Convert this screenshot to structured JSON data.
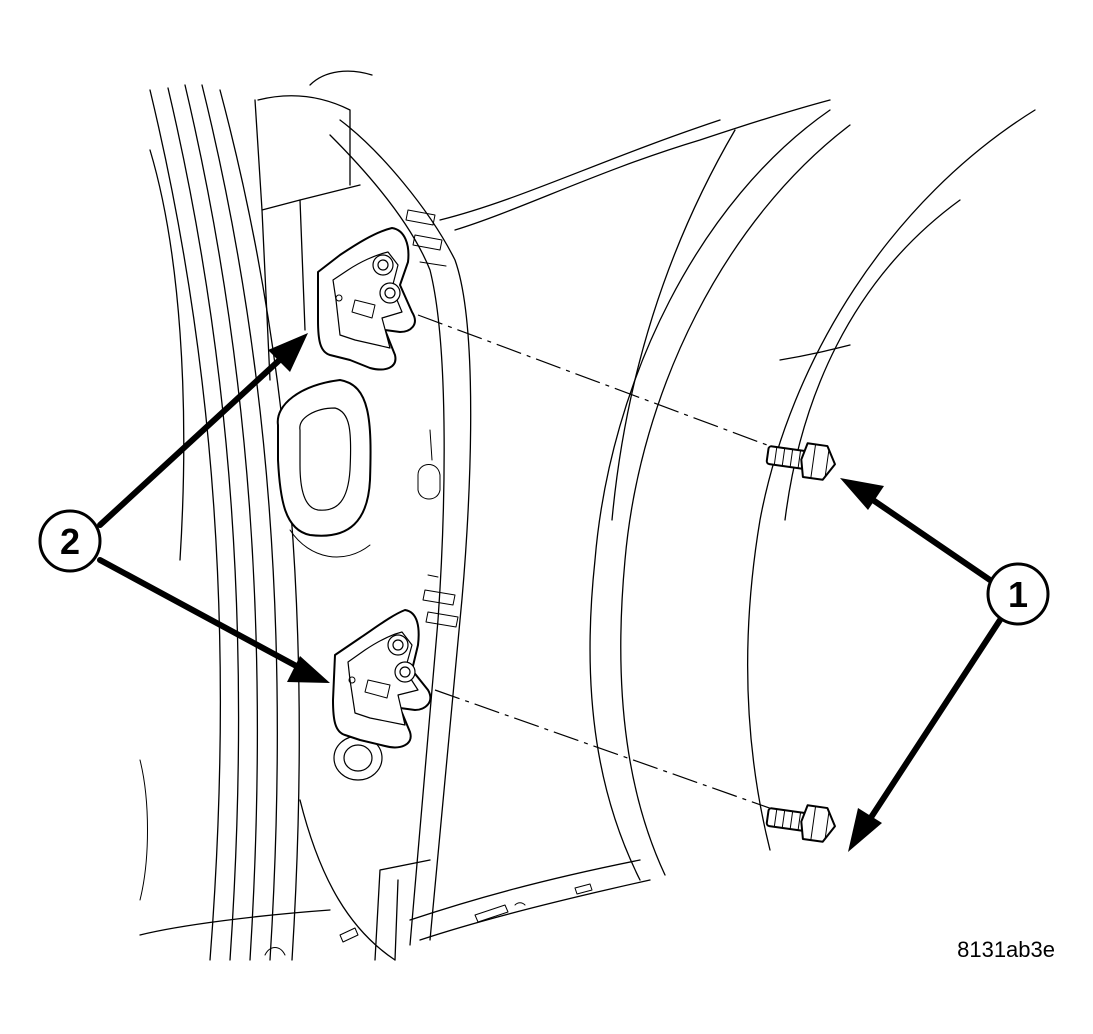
{
  "callouts": [
    {
      "id": "callout-1",
      "label": "1"
    },
    {
      "id": "callout-2",
      "label": "2"
    }
  ],
  "figure_id": "8131ab3e",
  "parts": {
    "bolts": 2,
    "striker_brackets": 2
  }
}
